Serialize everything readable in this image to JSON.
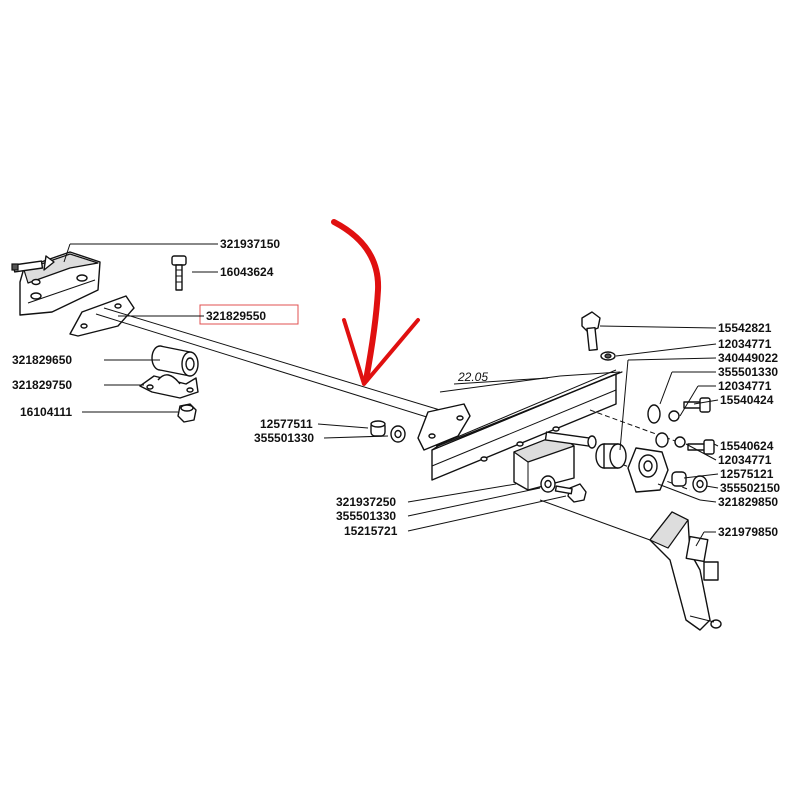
{
  "labels": {
    "p321937150": "321937150",
    "p16043624": "16043624",
    "p321829550": "321829550",
    "p321829650": "321829650",
    "p321829750": "321829750",
    "p16104111": "16104111",
    "p12577511": "12577511",
    "p355501330a": "355501330",
    "p22_05": "22.05",
    "p15542821": "15542821",
    "p12034771a": "12034771",
    "p340449022": "340449022",
    "p355501330b": "355501330",
    "p12034771b": "12034771",
    "p15540424": "15540424",
    "p15540624": "15540624",
    "p12034771c": "12034771",
    "p12575121": "12575121",
    "p355502150": "355502150",
    "p321829850": "321829850",
    "p321937250": "321937250",
    "p355501330c": "355501330",
    "p15215721": "15215721",
    "p321979850": "321979850"
  },
  "colors": {
    "highlight_box": "#e05050",
    "arrow": "#e01010",
    "ink": "#111111"
  }
}
